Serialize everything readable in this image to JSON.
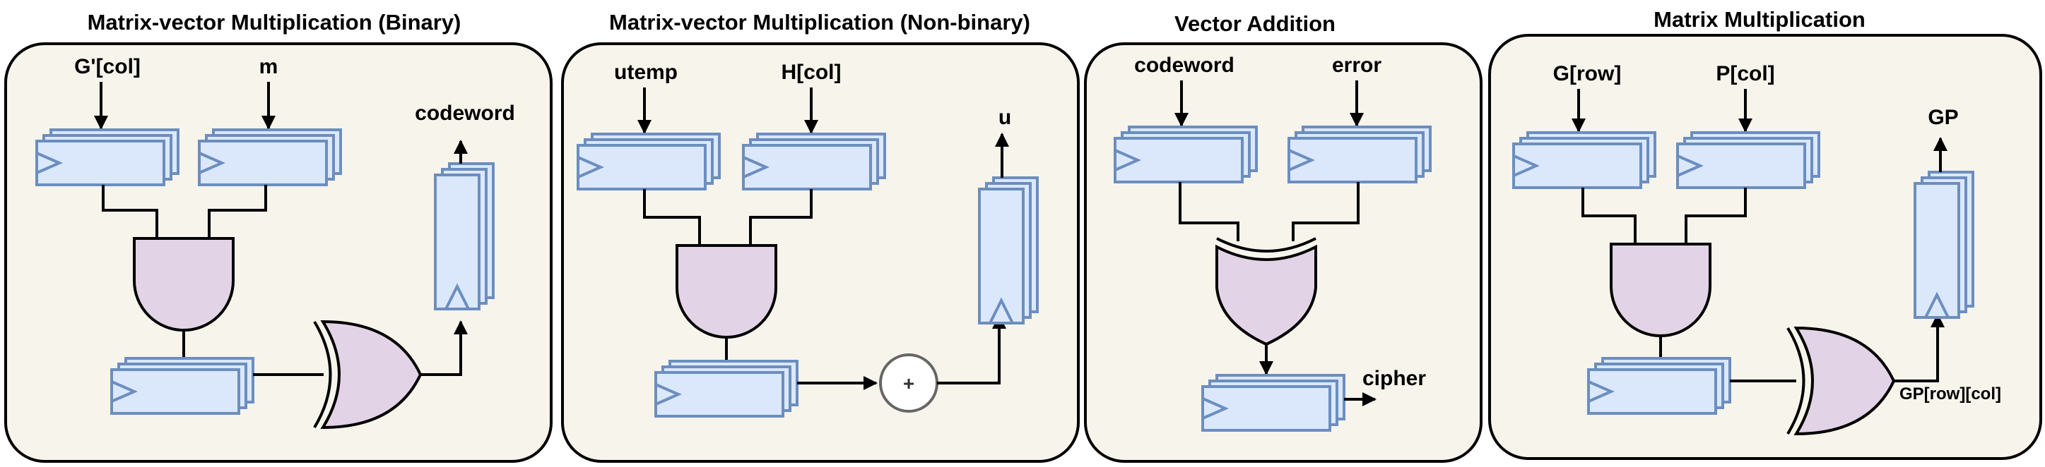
{
  "colors": {
    "panel_fill": "#f7f4ec",
    "register_fill": "#dbe8fb",
    "register_stroke": "#6c8ebf",
    "gate_fill": "#e2d4e6",
    "adder_stroke": "#666666"
  },
  "panels": {
    "binary": {
      "title": "Matrix-vector Multiplication (Binary)",
      "in1": "G'[col]",
      "in2": "m",
      "out": "codeword"
    },
    "nonbinary": {
      "title": "Matrix-vector Multiplication (Non-binary)",
      "in1": "utemp",
      "in2": "H[col]",
      "out": "u",
      "adder_symbol": "+"
    },
    "vecadd": {
      "title": "Vector Addition",
      "in1": "codeword",
      "in2": "error",
      "out": "cipher"
    },
    "matmul": {
      "title": "Matrix Multiplication",
      "in1": "G[row]",
      "in2": "P[col]",
      "out": "GP",
      "xor_out": "GP[row][col]"
    }
  }
}
